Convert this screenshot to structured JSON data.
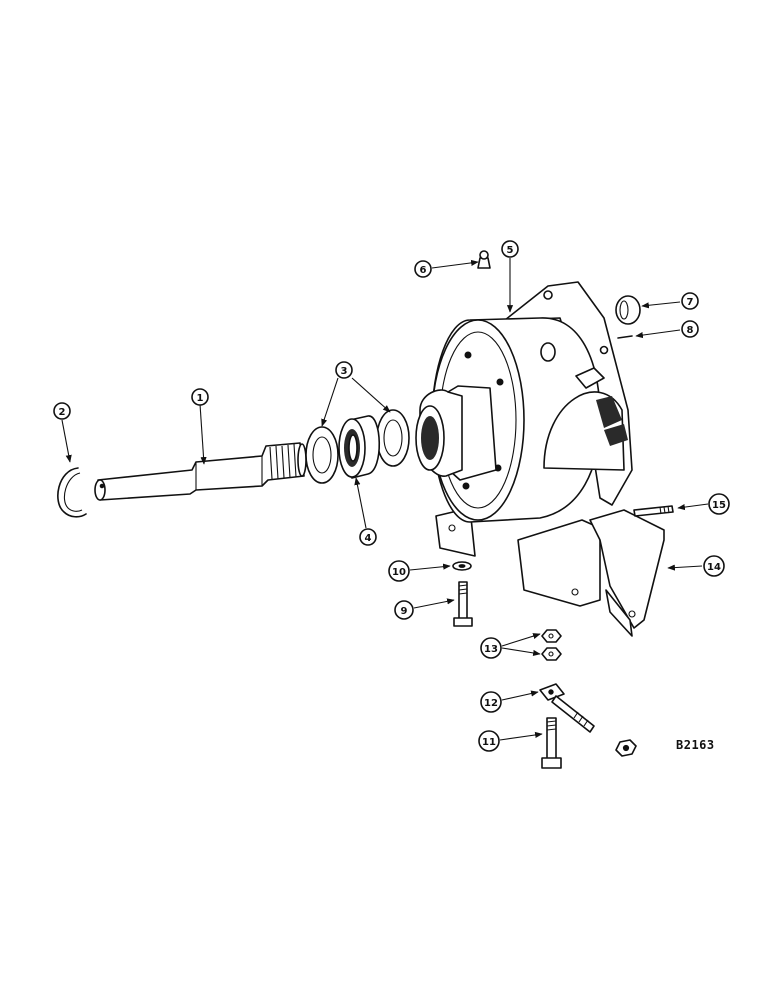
{
  "drawing_code": "B2163",
  "callouts": [
    {
      "label": "1"
    },
    {
      "label": "2"
    },
    {
      "label": "3"
    },
    {
      "label": "4"
    },
    {
      "label": "5"
    },
    {
      "label": "6"
    },
    {
      "label": "7"
    },
    {
      "label": "8"
    },
    {
      "label": "9"
    },
    {
      "label": "10"
    },
    {
      "label": "11"
    },
    {
      "label": "12"
    },
    {
      "label": "13"
    },
    {
      "label": "14"
    },
    {
      "label": "15"
    }
  ]
}
